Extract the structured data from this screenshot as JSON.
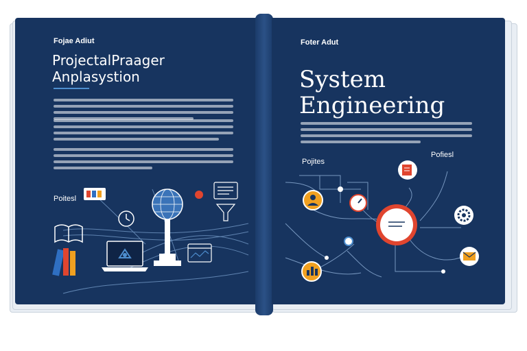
{
  "left_page": {
    "kicker": "Fojae Adiut",
    "title_line1": "ProjectalPraager",
    "title_line2": "Anplasystion",
    "illustration_label": "Poitesl",
    "icons": [
      "open-book-icon",
      "laptop-icon",
      "clock-icon",
      "globe-lamp-icon",
      "document-icon",
      "funnel-icon",
      "books-icon",
      "chart-window-icon",
      "red-dot-icon"
    ]
  },
  "right_page": {
    "kicker": "Foter Adut",
    "title_line1": "System",
    "title_line2": "Engineering",
    "diagram_label_left": "Pojites",
    "diagram_label_right": "Pofiesl",
    "icons": [
      "people-icon",
      "gauge-icon",
      "document-icon",
      "gear-icon",
      "envelope-icon",
      "chart-icon",
      "hub-circle-icon"
    ]
  },
  "colors": {
    "page_bg": "#17345f",
    "accent_blue": "#4e8fd0",
    "accent_orange": "#f0a020",
    "accent_red": "#e0452f"
  }
}
